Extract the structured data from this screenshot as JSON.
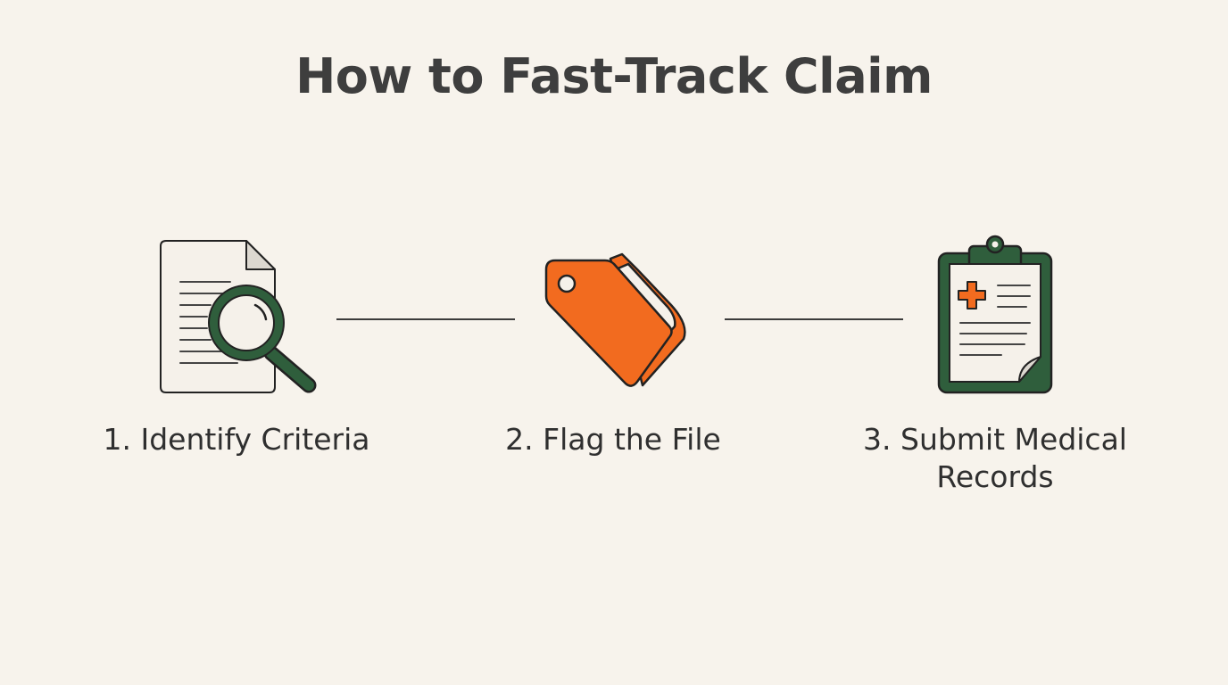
{
  "title": "How to Fast-Track Claim",
  "colors": {
    "background": "#f7f3ec",
    "green": "#2f5e3c",
    "orange": "#f26b1f",
    "paper": "#f5f1ea",
    "outline": "#222222",
    "text": "#3b3b3b"
  },
  "steps": [
    {
      "label": "1. Identify Criteria",
      "icon": "document-magnifier-icon"
    },
    {
      "label": "2. Flag the File",
      "icon": "tag-folder-icon"
    },
    {
      "label": "3. Submit Medical Records",
      "icon": "medical-clipboard-icon"
    }
  ]
}
